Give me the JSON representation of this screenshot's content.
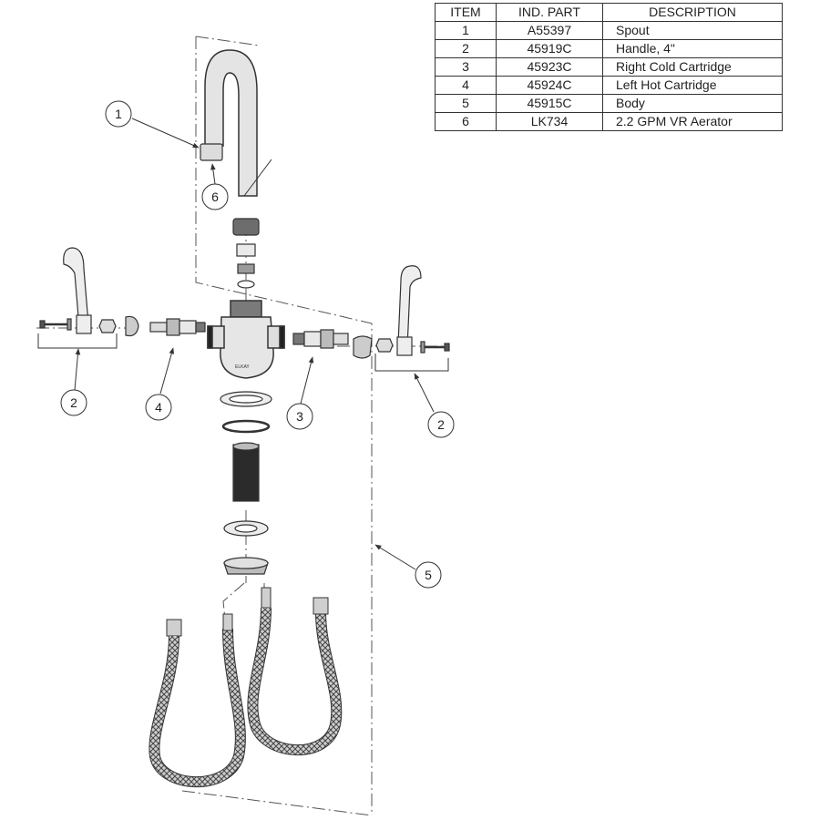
{
  "table": {
    "headers": {
      "item": "ITEM",
      "part": "IND. PART",
      "description": "DESCRIPTION"
    },
    "rows": [
      {
        "item": "1",
        "part": "A55397",
        "description": "Spout"
      },
      {
        "item": "2",
        "part": "45919C",
        "description": "Handle, 4\""
      },
      {
        "item": "3",
        "part": "45923C",
        "description": "Right Cold Cartridge"
      },
      {
        "item": "4",
        "part": "45924C",
        "description": "Left Hot Cartridge"
      },
      {
        "item": "5",
        "part": "45915C",
        "description": "Body"
      },
      {
        "item": "6",
        "part": "LK734",
        "description": "2.2 GPM VR Aerator"
      }
    ]
  },
  "callouts": {
    "spout": "1",
    "aerator": "6",
    "handle_left": "2",
    "hot_cartridge": "4",
    "cold_cartridge": "3",
    "handle_right": "2",
    "body": "5"
  },
  "body_marking": "ELKAY"
}
